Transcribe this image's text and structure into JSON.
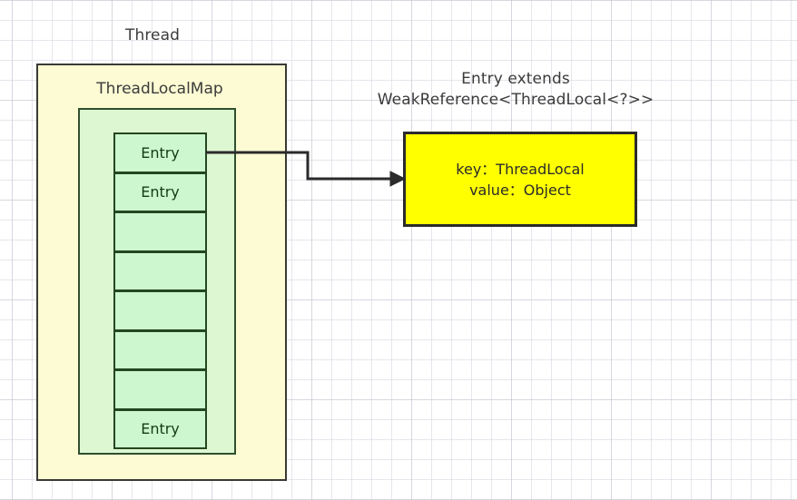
{
  "diagram": {
    "background": "#ffffff",
    "grid_color": "#d2d2de",
    "thread": {
      "label": "Thread",
      "fill": "#fcfbd4",
      "stroke": "#3a3a34"
    },
    "thread_local_map": {
      "label": "ThreadLocalMap",
      "fill": "#ddf7d2",
      "stroke": "#2f4f2f"
    },
    "entry_table": {
      "fill": "#ccf7cf",
      "stroke": "#23471f",
      "cells": [
        {
          "label": "Entry"
        },
        {
          "label": "Entry"
        },
        {
          "label": ""
        },
        {
          "label": ""
        },
        {
          "label": ""
        },
        {
          "label": ""
        },
        {
          "label": ""
        },
        {
          "label": "Entry"
        }
      ]
    },
    "entry_detail": {
      "heading_line1": "Entry extends",
      "heading_line2": "WeakReference<ThreadLocal<?>>",
      "key_line": "key：ThreadLocal",
      "value_line": "value：Object",
      "fill": "#ffff00",
      "stroke": "#2b2b2b"
    },
    "connector": {
      "name": "entry-to-detail-arrow",
      "stroke": "#2b2b2b"
    }
  }
}
